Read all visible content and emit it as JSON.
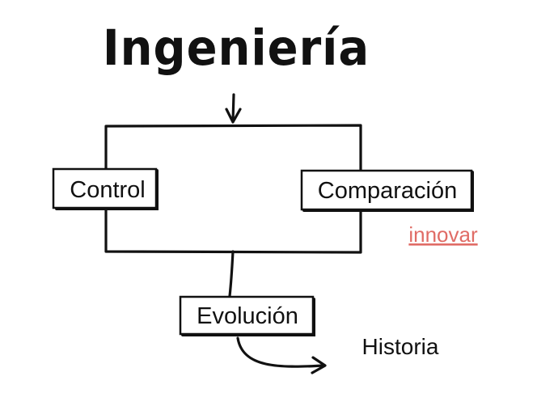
{
  "title": "Ingeniería",
  "boxes": {
    "control": "Control",
    "comparacion": "Comparación",
    "evolucion": "Evolución"
  },
  "labels": {
    "historia": "Historia"
  },
  "link": {
    "text": "innovar",
    "color": "#e06c66"
  },
  "colors": {
    "ink": "#111111",
    "background": "#ffffff"
  }
}
